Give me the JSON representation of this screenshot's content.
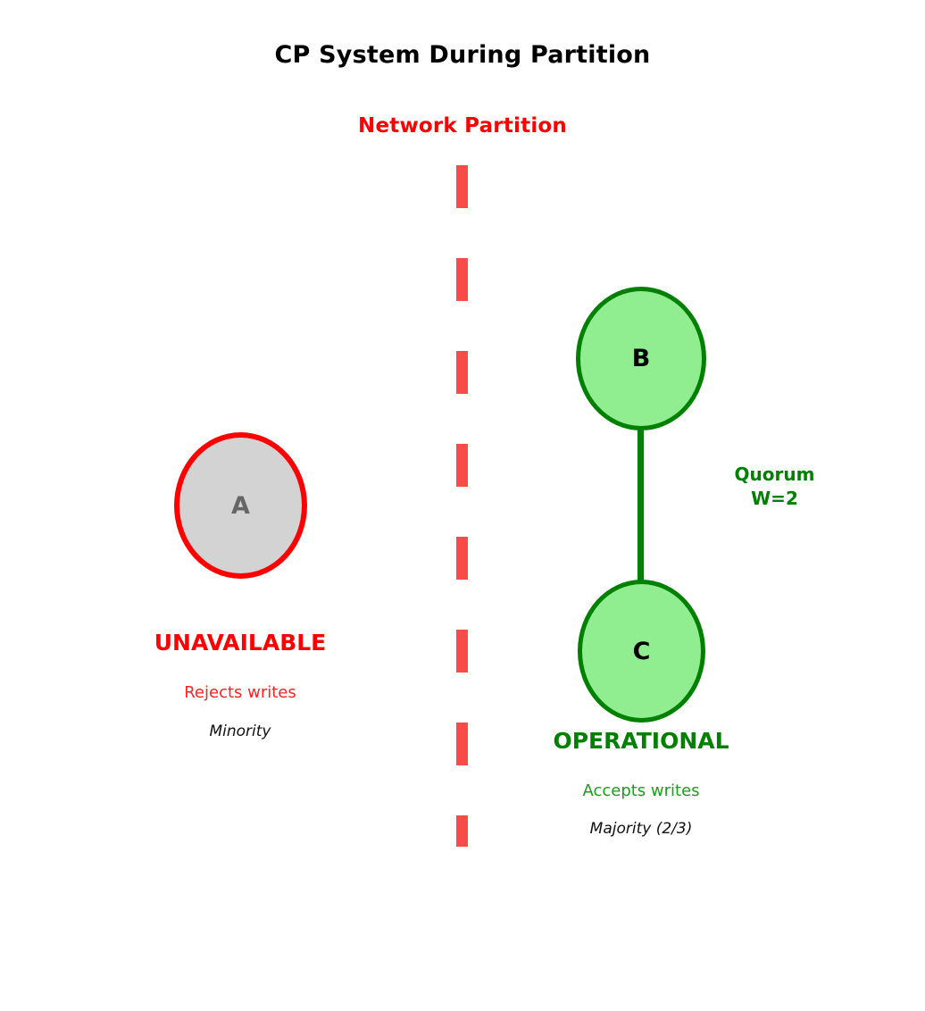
{
  "title": "CP System During Partition",
  "partition": {
    "label": "Network Partition",
    "color": "#ff0000",
    "line_color": "#fb4a4a"
  },
  "nodes": [
    {
      "id": "A",
      "label": "A",
      "fill": "#d3d3d3",
      "stroke": "#ff0000",
      "text_color": "#666666",
      "side": "left"
    },
    {
      "id": "B",
      "label": "B",
      "fill": "#90ee90",
      "stroke": "#008000",
      "text_color": "#000000",
      "side": "right"
    },
    {
      "id": "C",
      "label": "C",
      "fill": "#90ee90",
      "stroke": "#008000",
      "text_color": "#000000",
      "side": "right"
    }
  ],
  "edges": [
    {
      "from": "B",
      "to": "C",
      "color": "#008000"
    }
  ],
  "annotations": {
    "quorum_line1": "Quorum",
    "quorum_line2": "W=2",
    "quorum_color": "#008000"
  },
  "left_partition": {
    "status": "UNAVAILABLE",
    "writes": "Rejects writes",
    "note": "Minority",
    "color": "#ff0000"
  },
  "right_partition": {
    "status": "OPERATIONAL",
    "writes": "Accepts writes",
    "note": "Majority (2/3)",
    "color": "#008000"
  }
}
